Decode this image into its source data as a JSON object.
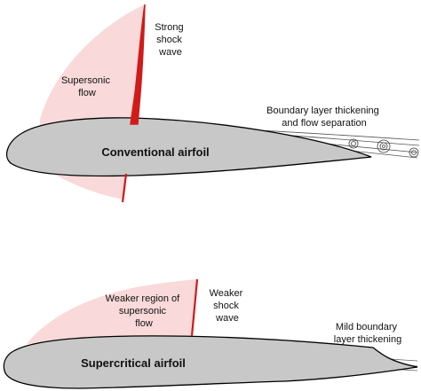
{
  "top_diagram": {
    "airfoil_label": "Conventional airfoil",
    "supersonic_label": [
      "Supersonic",
      "flow"
    ],
    "shock_label": [
      "Strong",
      "shock",
      "wave"
    ],
    "boundary_label": [
      "Boundary layer thickening",
      "and flow separation"
    ]
  },
  "bottom_diagram": {
    "airfoil_label": "Supercritical airfoil",
    "supersonic_label": [
      "Weaker region of",
      "supersonic",
      "flow"
    ],
    "shock_label": [
      "Weaker",
      "shock",
      "wave"
    ],
    "boundary_label": [
      "Mild boundary",
      "layer thickening"
    ]
  },
  "colors": {
    "airfoil_fill": "#c8c8c8",
    "supersonic_fill": "#f9d9d9",
    "shock": "#d11a1a",
    "outline": "#000000"
  }
}
